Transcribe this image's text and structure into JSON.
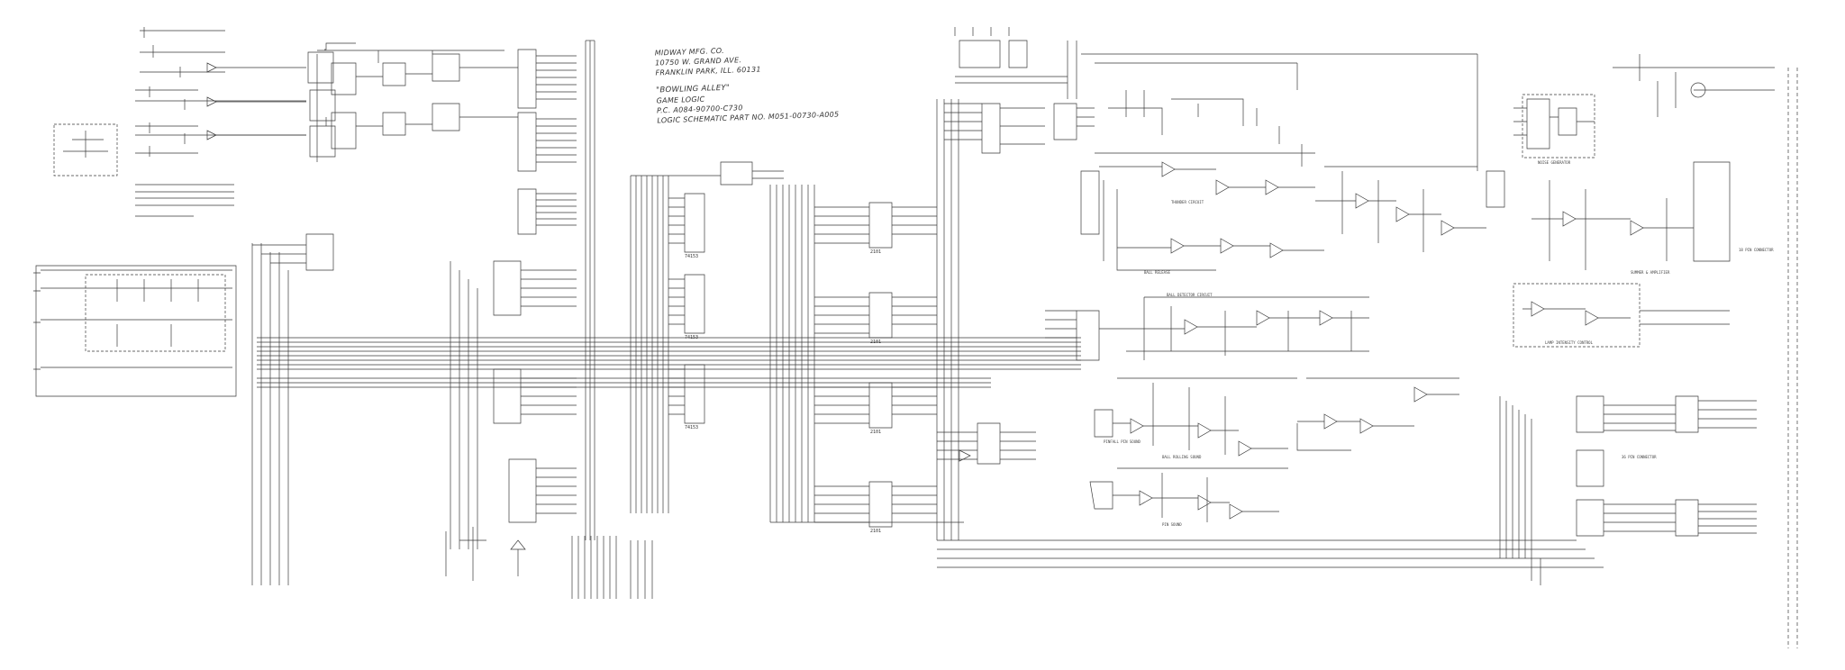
{
  "title_block": {
    "company": "MIDWAY MFG. CO.",
    "address": "10750 W. GRAND AVE.",
    "city": "FRANKLIN PARK, ILL. 60131",
    "game_name": "\"BOWLING ALLEY\"",
    "board": "GAME LOGIC",
    "pc_number": "P.C. A084-90700-C730",
    "schematic": "LOGIC SCHEMATIC PART NO. M051-00730-A005"
  },
  "section_labels": {
    "ball_release": "BALL RELEASE",
    "ball_detector": "BALL DETECTOR CIRCUIT",
    "ball_rolling": "BALL ROLLING SOUND",
    "pin_sound": "PIN SOUND",
    "thunder": "THUNDER CIRCUIT",
    "noise_generator": "NOISE GENERATOR",
    "summer_amplifier": "SUMMER & AMPLIFIER",
    "lamp_intensity": "LAMP INTENSITY CONTROL",
    "pinfall_sound": "PINFALL PIN SOUND",
    "connector_18": "18 PIN CONNECTOR",
    "connector_36": "36 PIN CONNECTOR"
  },
  "chips": {
    "ram_1": "2101",
    "ram_2": "2101",
    "ram_3": "2101",
    "ram_4": "2101",
    "mux_1": "74153",
    "mux_2": "74153",
    "mux_3": "74153"
  },
  "colors": {
    "ink": "#3a3a3a",
    "paper": "#ffffff"
  }
}
